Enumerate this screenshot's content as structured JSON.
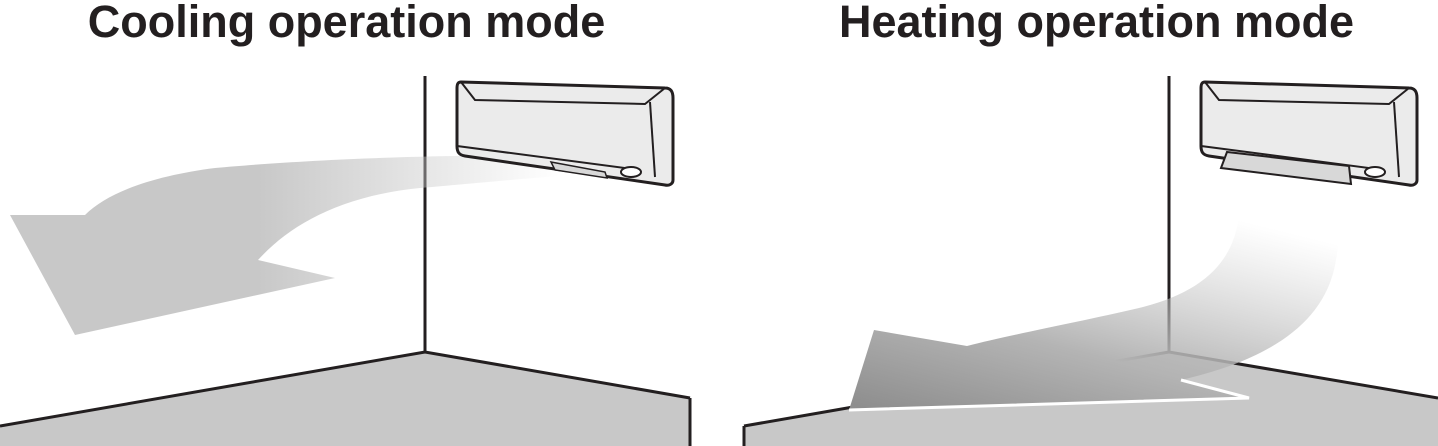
{
  "panels": [
    {
      "id": "cooling",
      "title": "Cooling operation mode"
    },
    {
      "id": "heating",
      "title": "Heating operation mode"
    }
  ],
  "colors": {
    "ink": "#231f20",
    "floor": "#c8c8c8",
    "airflow": "#c8c8c8",
    "unit_body": "#ebebeb",
    "background": "#ffffff"
  },
  "icons": [
    "air-conditioner-icon",
    "airflow-arrow-icon"
  ]
}
